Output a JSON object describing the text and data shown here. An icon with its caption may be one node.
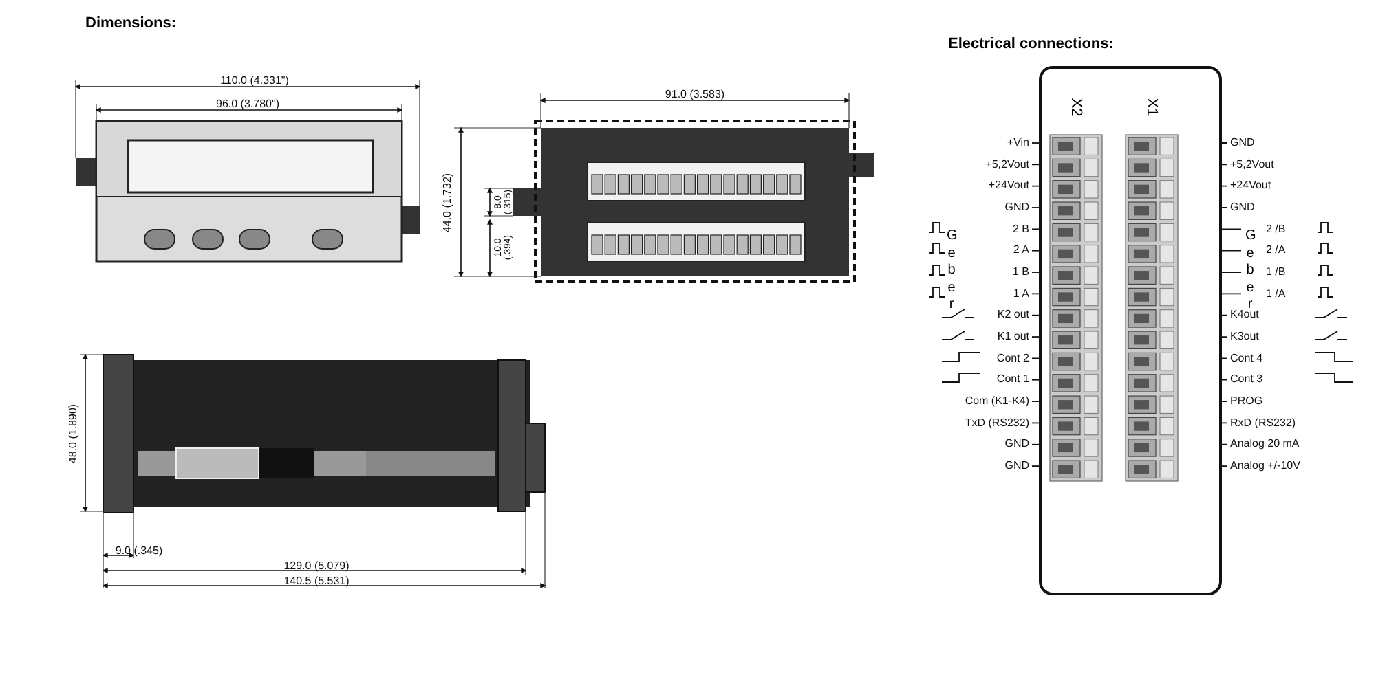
{
  "diagram": {
    "nodes": [
      {
        "text": [],
        "shape": "box"
      },
      {
        "text": [
          "X2"
        ],
        "in": 0
      },
      {
        "text": [
          "X1"
        ],
        "in": 0
      },
      {
        "text": [
          "+Vin"
        ]
      },
      {
        "text": [
          "+5,2Vout"
        ]
      },
      {
        "text": [
          "+24Vout"
        ]
      },
      {
        "text": [
          "GND"
        ]
      },
      {
        "text": [
          "2 B"
        ]
      },
      {
        "text": [
          "2 A"
        ]
      },
      {
        "text": [
          "1 B"
        ]
      },
      {
        "text": [
          "1 A"
        ]
      },
      {
        "text": [
          "K2 out"
        ]
      },
      {
        "text": [
          "K1 out"
        ]
      },
      {
        "text": [
          "Cont 2"
        ]
      },
      {
        "text": [
          "Cont 1"
        ]
      },
      {
        "text": [
          "Com (K1-K4)"
        ]
      },
      {
        "text": [
          "TxD (RS232)"
        ]
      },
      {
        "text": [
          "GND"
        ]
      },
      {
        "text": [
          "GND"
        ]
      },
      {
        "text": [
          "GND"
        ]
      },
      {
        "text": [
          "+5,2Vout"
        ]
      },
      {
        "text": [
          "+24Vout"
        ]
      },
      {
        "text": [
          "GND"
        ]
      },
      {
        "text": [
          "2 /B"
        ]
      },
      {
        "text": [
          "2 /A"
        ]
      },
      {
        "text": [
          "1 /B"
        ]
      },
      {
        "text": [
          "1 /A"
        ]
      },
      {
        "text": [
          "K4out"
        ]
      },
      {
        "text": [
          "K3out"
        ]
      },
      {
        "text": [
          "Cont 4"
        ]
      },
      {
        "text": [
          "Cont 3"
        ]
      },
      {
        "text": [
          "PROG"
        ]
      },
      {
        "text": [
          "RxD (RS232)"
        ]
      },
      {
        "text": [
          "Analog 20 mA"
        ]
      },
      {
        "text": [
          "Analog +/-10V"
        ]
      }
    ],
    "edges": [
      {
        "from": 3,
        "to": 1,
        "arrow": "none"
      },
      {
        "from": 4,
        "to": 1,
        "arrow": "none"
      },
      {
        "from": 5,
        "to": 1,
        "arrow": "none"
      },
      {
        "from": 6,
        "to": 1,
        "arrow": "none"
      },
      {
        "from": 7,
        "to": 1,
        "arrow": "none"
      },
      {
        "from": 8,
        "to": 1,
        "arrow": "none"
      },
      {
        "from": 9,
        "to": 1,
        "arrow": "none"
      },
      {
        "from": 10,
        "to": 1,
        "arrow": "none"
      },
      {
        "from": 11,
        "to": 1,
        "arrow": "none"
      },
      {
        "from": 12,
        "to": 1,
        "arrow": "none"
      },
      {
        "from": 13,
        "to": 1,
        "arrow": "none"
      },
      {
        "from": 14,
        "to": 1,
        "arrow": "none"
      },
      {
        "from": 15,
        "to": 1,
        "arrow": "none"
      },
      {
        "from": 16,
        "to": 1,
        "arrow": "none"
      },
      {
        "from": 17,
        "to": 1,
        "arrow": "none"
      },
      {
        "from": 18,
        "to": 1,
        "arrow": "none"
      },
      {
        "from": 19,
        "to": 2,
        "arrow": "none"
      },
      {
        "from": 20,
        "to": 2,
        "arrow": "none"
      },
      {
        "from": 21,
        "to": 2,
        "arrow": "none"
      },
      {
        "from": 22,
        "to": 2,
        "arrow": "none"
      },
      {
        "from": 23,
        "to": 2,
        "arrow": "none"
      },
      {
        "from": 24,
        "to": 2,
        "arrow": "none"
      },
      {
        "from": 25,
        "to": 2,
        "arrow": "none"
      },
      {
        "from": 26,
        "to": 2,
        "arrow": "none"
      },
      {
        "from": 27,
        "to": 2,
        "arrow": "none"
      },
      {
        "from": 28,
        "to": 2,
        "arrow": "none"
      },
      {
        "from": 29,
        "to": 2,
        "arrow": "none"
      },
      {
        "from": 30,
        "to": 2,
        "arrow": "none"
      },
      {
        "from": 31,
        "to": 2,
        "arrow": "none"
      },
      {
        "from": 32,
        "to": 2,
        "arrow": "none"
      },
      {
        "from": 33,
        "to": 2,
        "arrow": "none"
      },
      {
        "from": 34,
        "to": 2,
        "arrow": "none"
      }
    ],
    "labels": [
      "Dimensions:",
      "Electrical connections:",
      "110.0 (4.331\")",
      "96.0 (3.780\")",
      "91.0 (3.583)",
      "44.0 (1.732)",
      "8.0 (.315)",
      "10.0 (.394)",
      "48.0 (1.890)",
      "9.0 (.345)",
      "129.0 (5.079)",
      "140.5 (5.531)",
      "Geber",
      "Geber"
    ]
  }
}
